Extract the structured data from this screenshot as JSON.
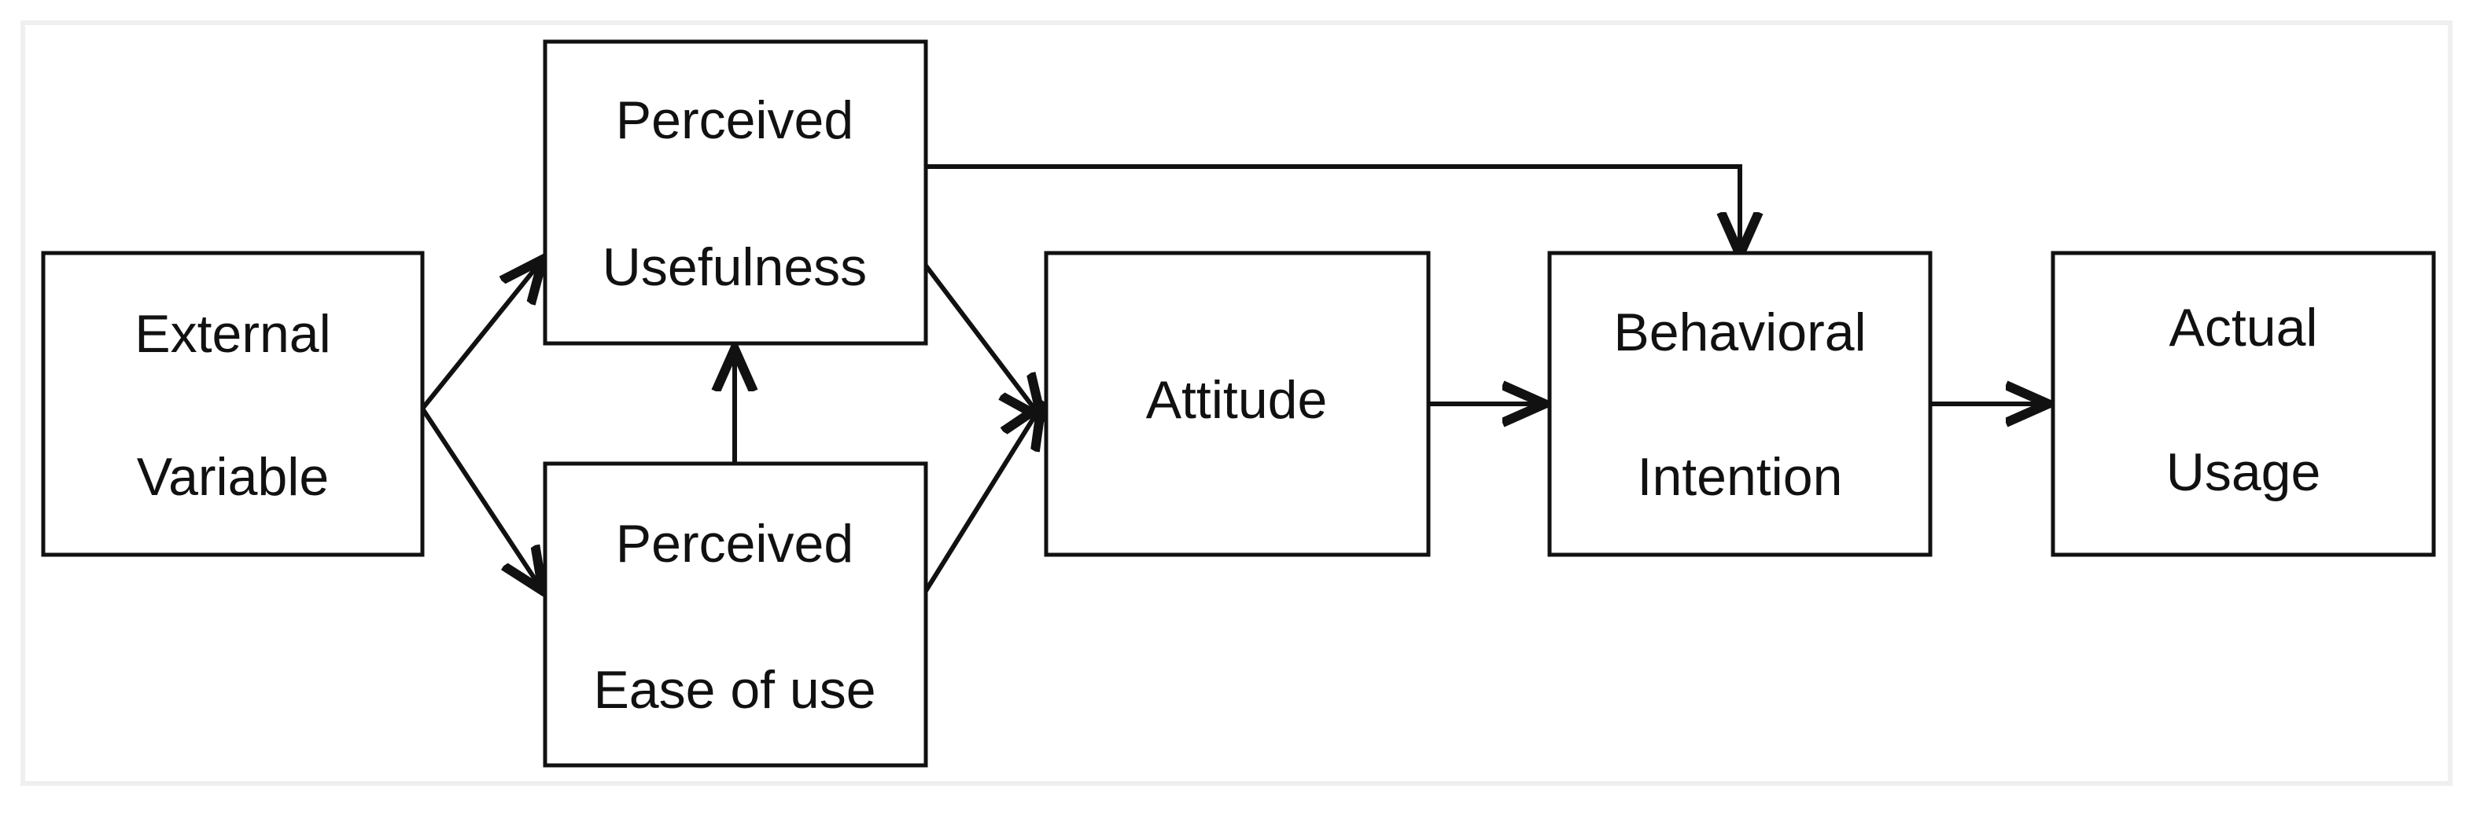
{
  "diagram": {
    "type": "flowchart",
    "nodes": {
      "external_variable": {
        "lines": [
          "External",
          "Variable"
        ]
      },
      "perceived_usefulness": {
        "lines": [
          "Perceived",
          "Usefulness"
        ]
      },
      "perceived_ease": {
        "lines": [
          "Perceived",
          "Ease of use"
        ]
      },
      "attitude": {
        "lines": [
          "Attitude"
        ]
      },
      "behavioral_intention": {
        "lines": [
          "Behavioral",
          "Intention"
        ]
      },
      "actual_usage": {
        "lines": [
          "Actual",
          "Usage"
        ]
      }
    },
    "edges": [
      {
        "from": "external_variable",
        "to": "perceived_usefulness"
      },
      {
        "from": "external_variable",
        "to": "perceived_ease"
      },
      {
        "from": "perceived_ease",
        "to": "perceived_usefulness"
      },
      {
        "from": "perceived_usefulness",
        "to": "attitude"
      },
      {
        "from": "perceived_ease",
        "to": "attitude"
      },
      {
        "from": "perceived_usefulness",
        "to": "behavioral_intention"
      },
      {
        "from": "attitude",
        "to": "behavioral_intention"
      },
      {
        "from": "behavioral_intention",
        "to": "actual_usage"
      }
    ],
    "colors": {
      "line": "#111111",
      "box_fill": "#ffffff",
      "frame": "#efefef"
    }
  }
}
